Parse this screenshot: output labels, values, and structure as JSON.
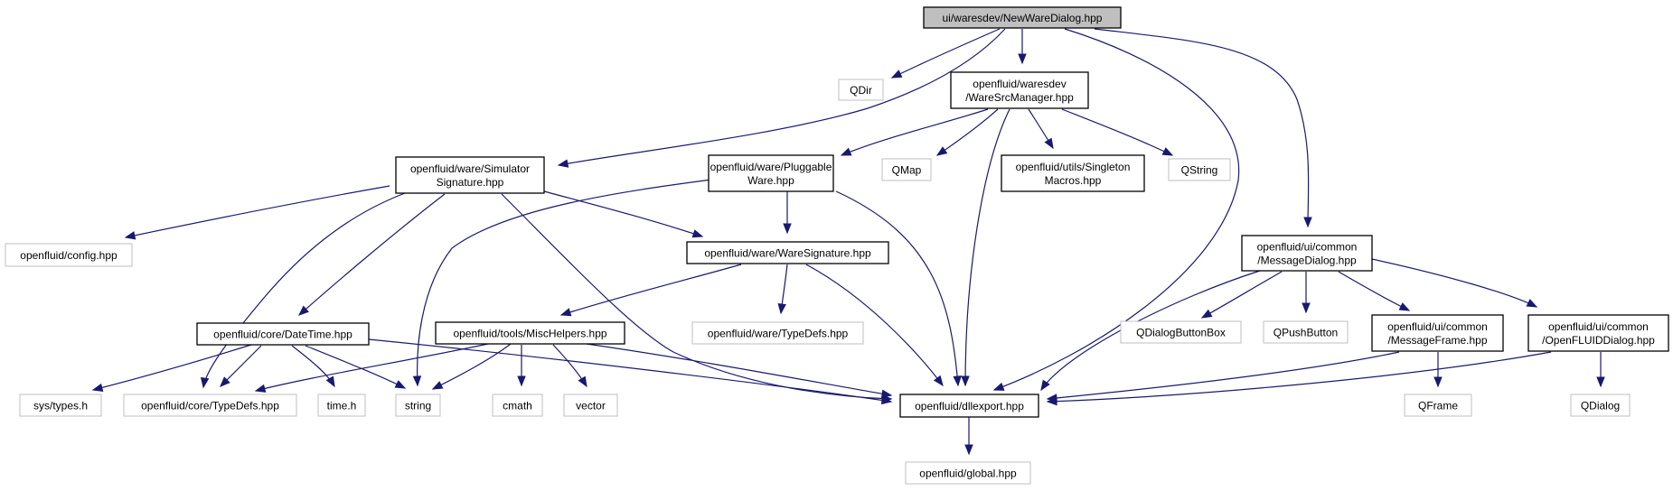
{
  "nodes": [
    {
      "id": "root",
      "lines": [
        "ui/waresdev/NewWareDialog.hpp"
      ],
      "kind": "root"
    },
    {
      "id": "qdir",
      "lines": [
        "QDir"
      ],
      "kind": "external"
    },
    {
      "id": "waresrc",
      "lines": [
        "openfluid/waresdev",
        "/WareSrcManager.hpp"
      ],
      "kind": "header"
    },
    {
      "id": "simsig",
      "lines": [
        "openfluid/ware/Simulator",
        "Signature.hpp"
      ],
      "kind": "header"
    },
    {
      "id": "plugware",
      "lines": [
        "openfluid/ware/Pluggable",
        "Ware.hpp"
      ],
      "kind": "header"
    },
    {
      "id": "qmap",
      "lines": [
        "QMap"
      ],
      "kind": "external"
    },
    {
      "id": "singleton",
      "lines": [
        "openfluid/utils/Singleton",
        "Macros.hpp"
      ],
      "kind": "header"
    },
    {
      "id": "qstring",
      "lines": [
        "QString"
      ],
      "kind": "external"
    },
    {
      "id": "config",
      "lines": [
        "openfluid/config.hpp"
      ],
      "kind": "external"
    },
    {
      "id": "waresig",
      "lines": [
        "openfluid/ware/WareSignature.hpp"
      ],
      "kind": "header"
    },
    {
      "id": "msgdialog",
      "lines": [
        "openfluid/ui/common",
        "/MessageDialog.hpp"
      ],
      "kind": "header"
    },
    {
      "id": "datetime",
      "lines": [
        "openfluid/core/DateTime.hpp"
      ],
      "kind": "header"
    },
    {
      "id": "mischelpers",
      "lines": [
        "openfluid/tools/MiscHelpers.hpp"
      ],
      "kind": "header"
    },
    {
      "id": "waretypedefs",
      "lines": [
        "openfluid/ware/TypeDefs.hpp"
      ],
      "kind": "external"
    },
    {
      "id": "qdialogbuttonbox",
      "lines": [
        "QDialogButtonBox"
      ],
      "kind": "external"
    },
    {
      "id": "qpushbutton",
      "lines": [
        "QPushButton"
      ],
      "kind": "external"
    },
    {
      "id": "msgframe",
      "lines": [
        "openfluid/ui/common",
        "/MessageFrame.hpp"
      ],
      "kind": "header"
    },
    {
      "id": "ofdialog",
      "lines": [
        "openfluid/ui/common",
        "/OpenFLUIDDialog.hpp"
      ],
      "kind": "header"
    },
    {
      "id": "systypes",
      "lines": [
        "sys/types.h"
      ],
      "kind": "external"
    },
    {
      "id": "coretypedefs",
      "lines": [
        "openfluid/core/TypeDefs.hpp"
      ],
      "kind": "external"
    },
    {
      "id": "timeh",
      "lines": [
        "time.h"
      ],
      "kind": "external"
    },
    {
      "id": "string",
      "lines": [
        "string"
      ],
      "kind": "external"
    },
    {
      "id": "cmath",
      "lines": [
        "cmath"
      ],
      "kind": "external"
    },
    {
      "id": "vector",
      "lines": [
        "vector"
      ],
      "kind": "external"
    },
    {
      "id": "dllexport",
      "lines": [
        "openfluid/dllexport.hpp"
      ],
      "kind": "header"
    },
    {
      "id": "qframe",
      "lines": [
        "QFrame"
      ],
      "kind": "external"
    },
    {
      "id": "qdialog",
      "lines": [
        "QDialog"
      ],
      "kind": "external"
    },
    {
      "id": "global",
      "lines": [
        "openfluid/global.hpp"
      ],
      "kind": "external"
    }
  ],
  "edges": [
    {
      "from": "root",
      "to": "qdir"
    },
    {
      "from": "root",
      "to": "waresrc"
    },
    {
      "from": "root",
      "to": "simsig"
    },
    {
      "from": "root",
      "to": "dllexport"
    },
    {
      "from": "root",
      "to": "msgdialog"
    },
    {
      "from": "waresrc",
      "to": "plugware"
    },
    {
      "from": "waresrc",
      "to": "qmap"
    },
    {
      "from": "waresrc",
      "to": "singleton"
    },
    {
      "from": "waresrc",
      "to": "qstring"
    },
    {
      "from": "waresrc",
      "to": "dllexport"
    },
    {
      "from": "simsig",
      "to": "config"
    },
    {
      "from": "simsig",
      "to": "waresig"
    },
    {
      "from": "simsig",
      "to": "datetime"
    },
    {
      "from": "simsig",
      "to": "coretypedefs"
    },
    {
      "from": "simsig",
      "to": "dllexport"
    },
    {
      "from": "plugware",
      "to": "waresig"
    },
    {
      "from": "plugware",
      "to": "string"
    },
    {
      "from": "plugware",
      "to": "dllexport"
    },
    {
      "from": "waresig",
      "to": "mischelpers"
    },
    {
      "from": "waresig",
      "to": "waretypedefs"
    },
    {
      "from": "waresig",
      "to": "dllexport"
    },
    {
      "from": "datetime",
      "to": "systypes"
    },
    {
      "from": "datetime",
      "to": "coretypedefs"
    },
    {
      "from": "datetime",
      "to": "timeh"
    },
    {
      "from": "datetime",
      "to": "string"
    },
    {
      "from": "datetime",
      "to": "dllexport"
    },
    {
      "from": "mischelpers",
      "to": "coretypedefs"
    },
    {
      "from": "mischelpers",
      "to": "string"
    },
    {
      "from": "mischelpers",
      "to": "cmath"
    },
    {
      "from": "mischelpers",
      "to": "vector"
    },
    {
      "from": "mischelpers",
      "to": "dllexport"
    },
    {
      "from": "msgdialog",
      "to": "dllexport"
    },
    {
      "from": "msgdialog",
      "to": "qdialogbuttonbox"
    },
    {
      "from": "msgdialog",
      "to": "qpushbutton"
    },
    {
      "from": "msgdialog",
      "to": "msgframe"
    },
    {
      "from": "msgdialog",
      "to": "ofdialog"
    },
    {
      "from": "msgframe",
      "to": "qframe"
    },
    {
      "from": "msgframe",
      "to": "dllexport"
    },
    {
      "from": "ofdialog",
      "to": "qdialog"
    },
    {
      "from": "ofdialog",
      "to": "dllexport"
    },
    {
      "from": "dllexport",
      "to": "global"
    }
  ],
  "colors": {
    "edge": "#191970",
    "root_fill": "#bfbfbf",
    "node_border": "#000000",
    "external_border": "#bfbfbf",
    "text": "#000000"
  }
}
